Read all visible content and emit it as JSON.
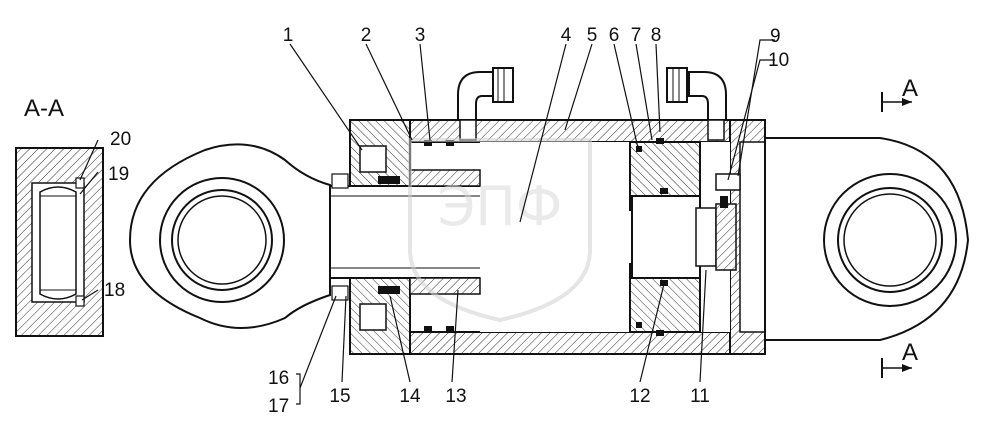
{
  "diagram": {
    "section_title": "A-A",
    "section_mark_top": "A",
    "section_mark_bottom": "A",
    "callouts": {
      "c1": "1",
      "c2": "2",
      "c3": "3",
      "c4": "4",
      "c5": "5",
      "c6": "6",
      "c7": "7",
      "c8": "8",
      "c9": "9",
      "c10": "10",
      "c11": "11",
      "c12": "12",
      "c13": "13",
      "c14": "14",
      "c15": "15",
      "c16": "16",
      "c17": "17",
      "c18": "18",
      "c19": "19",
      "c20": "20"
    },
    "watermark": {
      "logo_text": "ЭПФ"
    }
  }
}
